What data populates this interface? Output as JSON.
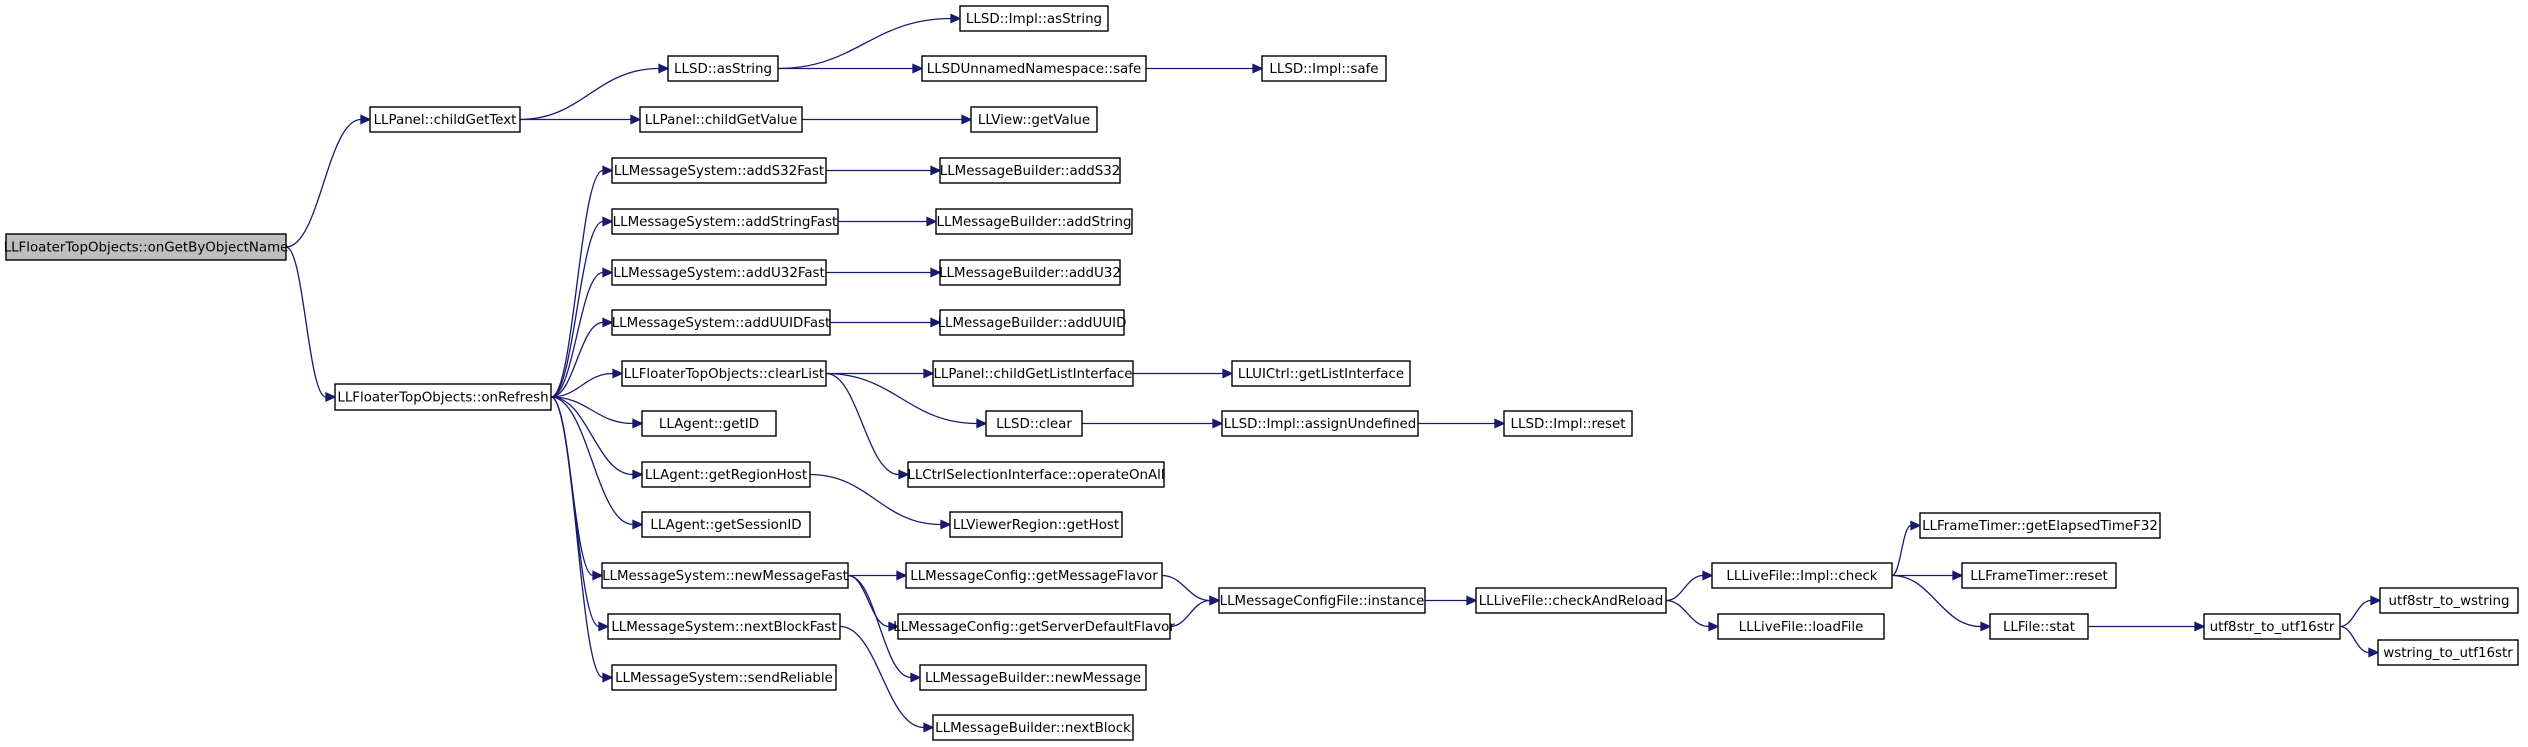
{
  "diagram": {
    "type": "call-graph",
    "root": "n0",
    "colors": {
      "edge": "#191970",
      "root_fill": "#bfbfbf",
      "node_fill": "#ffffff",
      "node_stroke": "#000000",
      "text": "#000000"
    },
    "nodes": [
      {
        "id": "n0",
        "label": "LLFloaterTopObjects::onGetByObjectName"
      },
      {
        "id": "n1",
        "label": "LLPanel::childGetText"
      },
      {
        "id": "n2",
        "label": "LLFloaterTopObjects::onRefresh"
      },
      {
        "id": "n3",
        "label": "LLSD::asString"
      },
      {
        "id": "n4",
        "label": "LLPanel::childGetValue"
      },
      {
        "id": "n5",
        "label": "LLSD::Impl::asString"
      },
      {
        "id": "n6",
        "label": "LLSDUnnamedNamespace::safe"
      },
      {
        "id": "n7",
        "label": "LLSD::Impl::safe"
      },
      {
        "id": "n8",
        "label": "LLView::getValue"
      },
      {
        "id": "n9",
        "label": "LLMessageSystem::addS32Fast"
      },
      {
        "id": "n10",
        "label": "LLMessageSystem::addStringFast"
      },
      {
        "id": "n11",
        "label": "LLMessageSystem::addU32Fast"
      },
      {
        "id": "n12",
        "label": "LLMessageSystem::addUUIDFast"
      },
      {
        "id": "n13",
        "label": "LLFloaterTopObjects::clearList"
      },
      {
        "id": "n14",
        "label": "LLAgent::getID"
      },
      {
        "id": "n15",
        "label": "LLAgent::getRegionHost"
      },
      {
        "id": "n16",
        "label": "LLAgent::getSessionID"
      },
      {
        "id": "n17",
        "label": "LLMessageSystem::newMessageFast"
      },
      {
        "id": "n18",
        "label": "LLMessageSystem::nextBlockFast"
      },
      {
        "id": "n19",
        "label": "LLMessageSystem::sendReliable"
      },
      {
        "id": "n20",
        "label": "LLMessageBuilder::addS32"
      },
      {
        "id": "n21",
        "label": "LLMessageBuilder::addString"
      },
      {
        "id": "n22",
        "label": "LLMessageBuilder::addU32"
      },
      {
        "id": "n23",
        "label": "LLMessageBuilder::addUUID"
      },
      {
        "id": "n24",
        "label": "LLPanel::childGetListInterface"
      },
      {
        "id": "n25",
        "label": "LLSD::clear"
      },
      {
        "id": "n26",
        "label": "LLCtrlSelectionInterface::operateOnAll"
      },
      {
        "id": "n27",
        "label": "LLViewerRegion::getHost"
      },
      {
        "id": "n28",
        "label": "LLMessageConfig::getMessageFlavor"
      },
      {
        "id": "n29",
        "label": "LLMessageConfig::getServerDefaultFlavor"
      },
      {
        "id": "n30",
        "label": "LLMessageBuilder::newMessage"
      },
      {
        "id": "n31",
        "label": "LLMessageBuilder::nextBlock"
      },
      {
        "id": "n32",
        "label": "LLUICtrl::getListInterface"
      },
      {
        "id": "n33",
        "label": "LLSD::Impl::assignUndefined"
      },
      {
        "id": "n34",
        "label": "LLSD::Impl::reset"
      },
      {
        "id": "n35",
        "label": "LLMessageConfigFile::instance"
      },
      {
        "id": "n36",
        "label": "LLLiveFile::checkAndReload"
      },
      {
        "id": "n37",
        "label": "LLLiveFile::Impl::check"
      },
      {
        "id": "n38",
        "label": "LLLiveFile::loadFile"
      },
      {
        "id": "n39",
        "label": "LLFrameTimer::getElapsedTimeF32"
      },
      {
        "id": "n40",
        "label": "LLFrameTimer::reset"
      },
      {
        "id": "n41",
        "label": "LLFile::stat"
      },
      {
        "id": "n42",
        "label": "utf8str_to_utf16str"
      },
      {
        "id": "n43",
        "label": "utf8str_to_wstring"
      },
      {
        "id": "n44",
        "label": "wstring_to_utf16str"
      }
    ],
    "edges": [
      [
        "n0",
        "n1"
      ],
      [
        "n0",
        "n2"
      ],
      [
        "n1",
        "n3"
      ],
      [
        "n1",
        "n4"
      ],
      [
        "n3",
        "n5"
      ],
      [
        "n3",
        "n6"
      ],
      [
        "n6",
        "n7"
      ],
      [
        "n4",
        "n8"
      ],
      [
        "n2",
        "n9"
      ],
      [
        "n2",
        "n10"
      ],
      [
        "n2",
        "n11"
      ],
      [
        "n2",
        "n12"
      ],
      [
        "n2",
        "n13"
      ],
      [
        "n2",
        "n14"
      ],
      [
        "n2",
        "n15"
      ],
      [
        "n2",
        "n16"
      ],
      [
        "n2",
        "n17"
      ],
      [
        "n2",
        "n18"
      ],
      [
        "n2",
        "n19"
      ],
      [
        "n9",
        "n20"
      ],
      [
        "n10",
        "n21"
      ],
      [
        "n11",
        "n22"
      ],
      [
        "n12",
        "n23"
      ],
      [
        "n13",
        "n24"
      ],
      [
        "n13",
        "n25"
      ],
      [
        "n13",
        "n26"
      ],
      [
        "n24",
        "n32"
      ],
      [
        "n25",
        "n33"
      ],
      [
        "n33",
        "n34"
      ],
      [
        "n15",
        "n27"
      ],
      [
        "n17",
        "n28"
      ],
      [
        "n17",
        "n29"
      ],
      [
        "n17",
        "n30"
      ],
      [
        "n18",
        "n31"
      ],
      [
        "n28",
        "n35"
      ],
      [
        "n29",
        "n35"
      ],
      [
        "n35",
        "n36"
      ],
      [
        "n36",
        "n37"
      ],
      [
        "n36",
        "n38"
      ],
      [
        "n37",
        "n39"
      ],
      [
        "n37",
        "n40"
      ],
      [
        "n37",
        "n41"
      ],
      [
        "n41",
        "n42"
      ],
      [
        "n42",
        "n43"
      ],
      [
        "n42",
        "n44"
      ]
    ]
  }
}
